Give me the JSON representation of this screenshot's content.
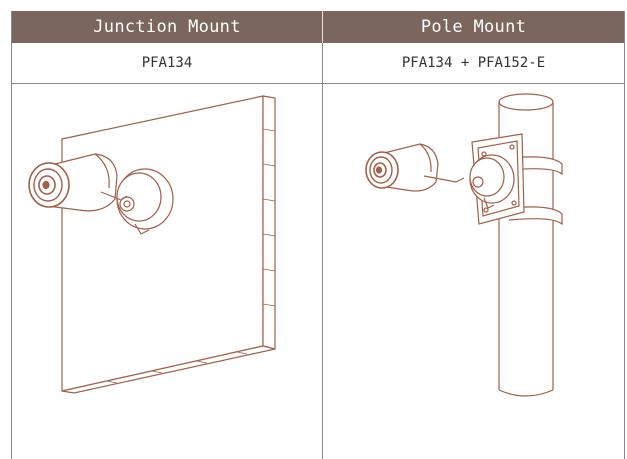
{
  "table": {
    "headers": [
      "Junction Mount",
      "Pole Mount"
    ],
    "models": [
      "PFA134",
      "PFA134 + PFA152-E"
    ]
  },
  "illustrations": [
    {
      "icon": "wall-junction-mount-camera-drawing"
    },
    {
      "icon": "pole-mount-camera-drawing"
    }
  ],
  "colors": {
    "header_bg": "#7a665d",
    "header_text": "#ffffff",
    "line_art": "#a0604a",
    "border": "#8a8a8a"
  }
}
